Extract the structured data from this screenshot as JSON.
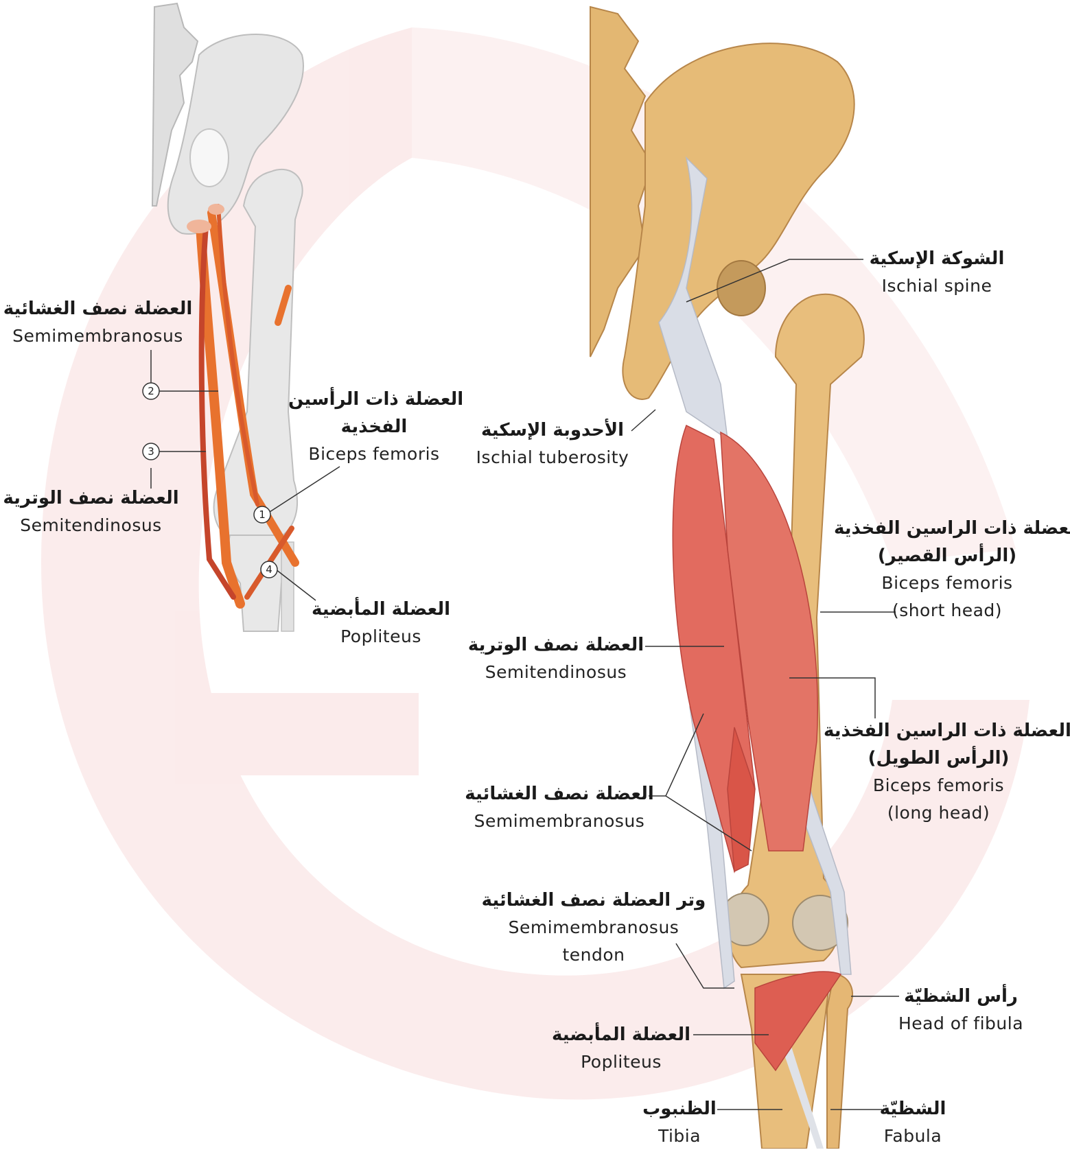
{
  "colors": {
    "bone_left": "#e4e4e4",
    "bone_right": "#e3b772",
    "muscle": "#e0655a",
    "tendon": "#d9dde6",
    "highlight": "#e8722e",
    "watermark": "#f6d6d6"
  },
  "left_diagram": {
    "markers": [
      "1",
      "2",
      "3",
      "4"
    ],
    "labels": {
      "semimembranosus": {
        "ar": "العضلة نصف الغشائية",
        "en": "Semimembranosus"
      },
      "biceps_femoris": {
        "ar1": "العضلة ذات الرأسين",
        "ar2": "الفخذية",
        "en": "Biceps femoris"
      },
      "semitendinosus": {
        "ar": "العضلة نصف الوترية",
        "en": "Semitendinosus"
      },
      "popliteus": {
        "ar": "العضلة المأبضية",
        "en": "Popliteus"
      }
    }
  },
  "right_diagram": {
    "labels": {
      "ischial_spine": {
        "ar": "الشوكة الإسكية",
        "en": "Ischial spine"
      },
      "ischial_tuberosity": {
        "ar": "الأحدوبة الإسكية",
        "en": "Ischial tuberosity"
      },
      "biceps_short": {
        "ar1": "العضلة ذات الراسين الفخذية",
        "ar2": "(الرأس القصير)",
        "en1": "Biceps femoris",
        "en2": "(short head)"
      },
      "semitendinosus": {
        "ar": "العضلة نصف الوترية",
        "en": "Semitendinosus"
      },
      "biceps_long": {
        "ar1": "العضلة ذات الراسين الفخذية",
        "ar2": "(الرأس الطويل)",
        "en1": "Biceps femoris",
        "en2": "(long head)"
      },
      "semimembranosus": {
        "ar": "العضلة نصف الغشائية",
        "en": "Semimembranosus"
      },
      "semimembranosus_tendon": {
        "ar": "وتر العضلة نصف الغشائية",
        "en1": "Semimembranosus",
        "en2": "tendon"
      },
      "head_of_fibula": {
        "ar": "رأس الشظيّة",
        "en": "Head of fibula"
      },
      "popliteus": {
        "ar": "العضلة المأبضية",
        "en": "Popliteus"
      },
      "tibia": {
        "ar": "الظنبوب",
        "en": "Tibia"
      },
      "fibula": {
        "ar": "الشظيّة",
        "en": "Fabula"
      }
    }
  }
}
